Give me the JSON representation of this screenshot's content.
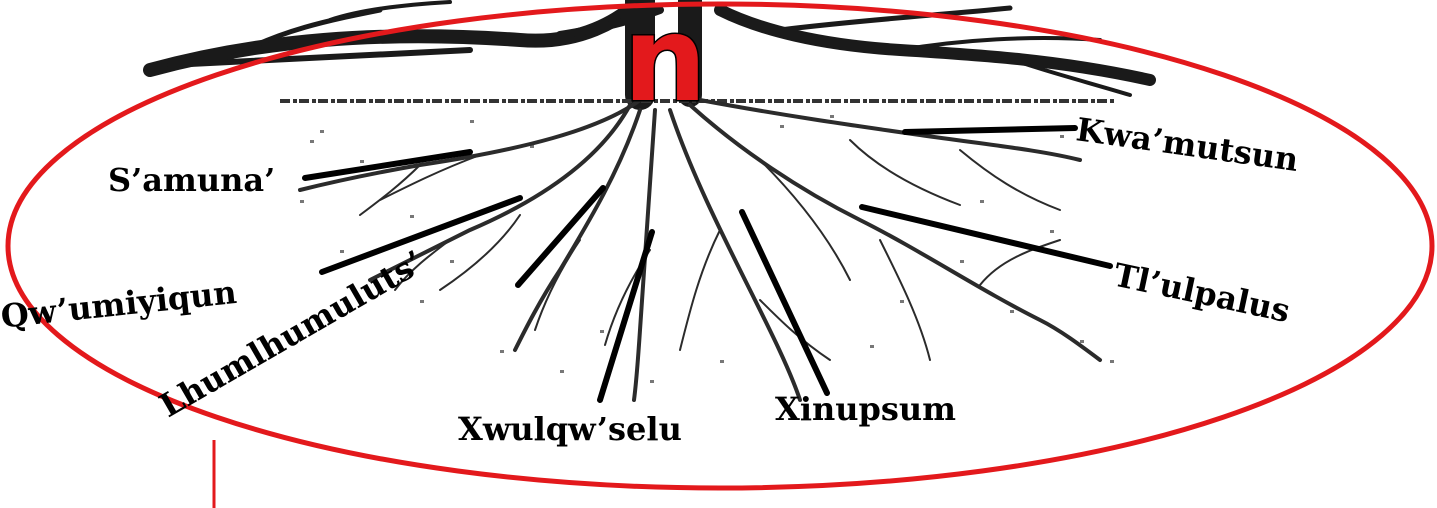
{
  "diagram": {
    "center_letter": "n",
    "labels": {
      "samuna": "S’amuna’",
      "qwumiyiqun": "Qw’umiyiqun",
      "lhumlhumuluts": "Lhumlhumuluts’",
      "xwulqwselu": "Xwulqw’selu",
      "xinupsum": "Xinupsum",
      "tlulpalus": "Tl’ulpalus",
      "kwamutsun": "Kwa’mutsun"
    },
    "colors": {
      "ellipse": "#e3191c",
      "letter_fill": "#e3191c",
      "letter_outline": "#000000",
      "ink": "#000000"
    },
    "illustration": "tree-roots-drawing"
  }
}
